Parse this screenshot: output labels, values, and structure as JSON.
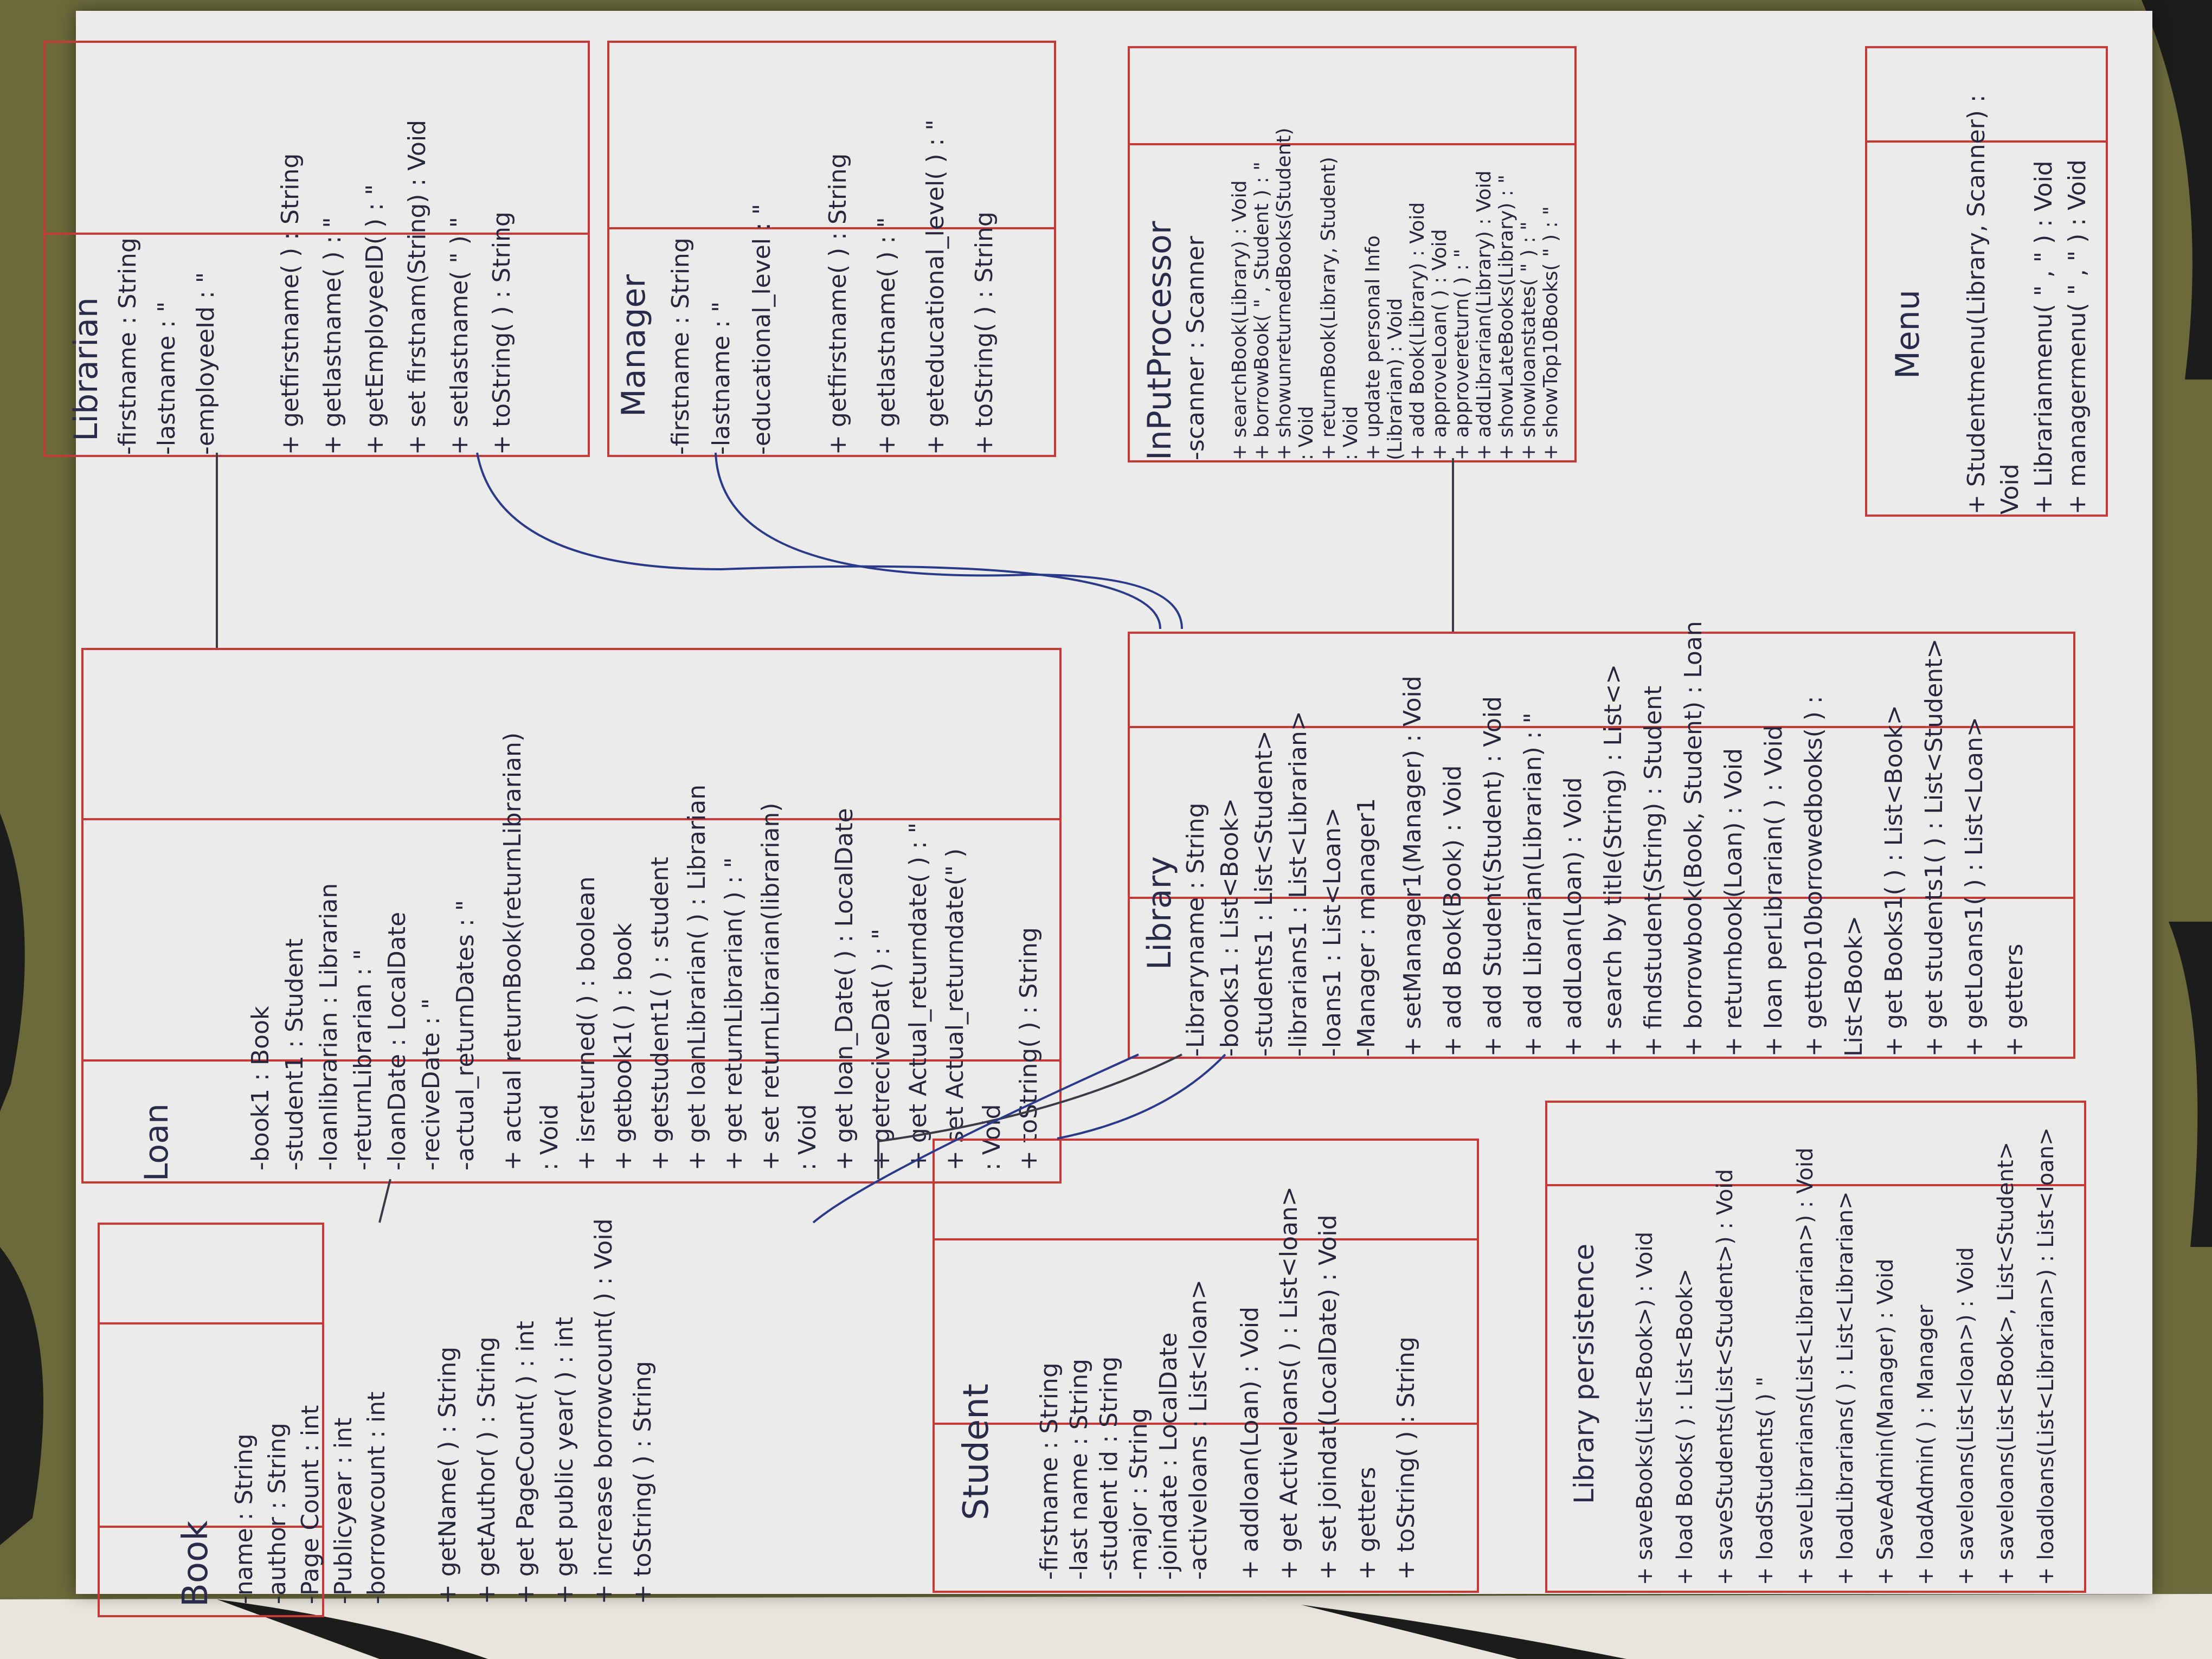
{
  "classes": [
    {
      "id": "book",
      "name": "Book",
      "attributes": [
        "-name : String",
        "-author : String",
        "-Page Count : int",
        "-Publicyear : int",
        "-borrowcount : int"
      ],
      "operations": [
        "+ getName( ) : String",
        "+ getAuthor( ) : String",
        "+ get PageCount( ) : int",
        "+ get public year( ) : int",
        "+ increase borrowcount( ) : Void",
        "+ toString( ) : String"
      ]
    },
    {
      "id": "loan",
      "name": "Loan",
      "attributes": [
        "-book1 : Book",
        "-student1 : Student",
        "-loanlibrarian : Librarian",
        "-returnLibrarian : \"",
        "-loanDate : LocalDate",
        "-reciveDate : \"",
        "-actual_returnDates : \""
      ],
      "operations": [
        "+ actual returnBook(returnLibrarian)",
        "  : Void",
        "+ isreturned( ) : boolean",
        "+ getbook1( ) : book",
        "+ getstudent1( ) : student",
        "+ get loanLibrarian( ) : Librarian",
        "+ get returnLibrarian( ) : \"",
        "+ set returnLibrarian(librarian)",
        "  : Void",
        "+ get loan_Date( ) : LocalDate",
        "+ getreciveDat( ) : \"",
        "+ get Actual_returndate( ) : \"",
        "+ set Actual_returndate(\" )",
        "  : Void",
        "+ toString( ) : String"
      ]
    },
    {
      "id": "librarian",
      "name": "Librarian",
      "attributes": [
        "-firstname : String",
        "-lastname : \"",
        "-employeeId : \""
      ],
      "operations": [
        "+ getfirstname( ) : String",
        "+ getlastname( ) : \"",
        "+ getEmployeeID( ) : \"",
        "+ set firstnam(String) : Void",
        "+ setlastname( \" ) \"",
        "+ toString( ) : String"
      ]
    },
    {
      "id": "manager",
      "name": "Manager",
      "attributes": [
        "-firstname : String",
        "-lastname : \"",
        "-educational_level : \""
      ],
      "operations": [
        "+ getfirstname( ) : String",
        "+ getlastname( ) : \"",
        "+ geteducational_level( ) : \"",
        "+ toString( ) : String"
      ]
    },
    {
      "id": "inputprocessor",
      "name": "InPutProcessor",
      "attributes": [
        "-scanner : Scanner"
      ],
      "operations": [
        "+ searchBook(Library) : Void",
        "+ borrowBook( \" , Student ) : \"",
        "+ showunreturnedBooks(Student)",
        "  : Void",
        "+ returnBook(Library, Student)",
        "  : Void",
        "+ update personal Info",
        "  (Librarian) : Void",
        "+ add Book(Library) : Void",
        "+ approveLoan( ) : Void",
        "+ approvereturn( ) : \"",
        "+ addLibrarian(Library) : Void",
        "+ showLateBooks(Library) : \"",
        "+ showloanstates( \" ) : \"",
        "+ showTop10Books( \" ) : \""
      ]
    },
    {
      "id": "menu",
      "name": "Menu",
      "attributes": [],
      "operations": [
        "+ Studentmenu(Library, Scanner) :",
        "  Void",
        "+ Librarianmenu( \" , \" ) : Void",
        "+ managermenu( \" , \" ) : Void"
      ]
    },
    {
      "id": "library",
      "name": "Library",
      "attributes": [
        "-Libraryname : String",
        "-books1 : List<Book>",
        "-students1 : List<Student>",
        "-librarians1 : List<Librarian>",
        "-loans1 : List<Loan>",
        "-Manager : manager1"
      ],
      "operations": [
        "+ setManager1(Manager) : Void",
        "+ add Book(Book) : Void",
        "+ add Student(Student) : Void",
        "+ add Librarian(Librarian) : \"",
        "+ addLoan(Loan) : Void",
        "+ search by title(String) : List<>",
        "+ findstudent(String) : Student",
        "+ borrowbook(Book, Student) : Loan",
        "+ returnbook(Loan) : Void",
        "+ loan perLibrarian( ) : Void",
        "+ gettop10borrowedbooks( ) :",
        "  List<Book>",
        "+ get Books1( ) : List<Book>",
        "+ get students1( ) : List<Student>",
        "+ getLoans1( ) : List<Loan>",
        "+ getters"
      ]
    },
    {
      "id": "student",
      "name": "Student",
      "attributes": [
        "-firstname : String",
        "-last name : String",
        "-student id : String",
        "-major : String",
        "-joindate : LocalDate",
        "-activeloans : List<loan>"
      ],
      "operations": [
        "+ addloan(Loan) : Void",
        "+ get Activeloans( ) : List<loan>",
        "+ set joindat(LocalDate) : Void",
        "+ getters",
        "+ toString( ) : String"
      ]
    },
    {
      "id": "librarypersistence",
      "name": "Library persistence",
      "attributes": [],
      "operations": [
        "+ saveBooks(List<Book>) : Void",
        "+ load Books( ) : List<Book>",
        "+ saveStudents(List<Student>) : Void",
        "+ loadStudents( ) \"",
        "+ saveLibrarians(List<Librarian>) : Void",
        "+ loadLibrarians( ) : List<Librarian>",
        "+ SaveAdmin(Manager) : Void",
        "+ loadAdmin( ) : Manager",
        "+ saveloans(List<loan>) : Void",
        "+ saveloans(List<Book>, List<Student>",
        "+ loadloans(List<Librarian>) : List<loan>"
      ]
    }
  ]
}
